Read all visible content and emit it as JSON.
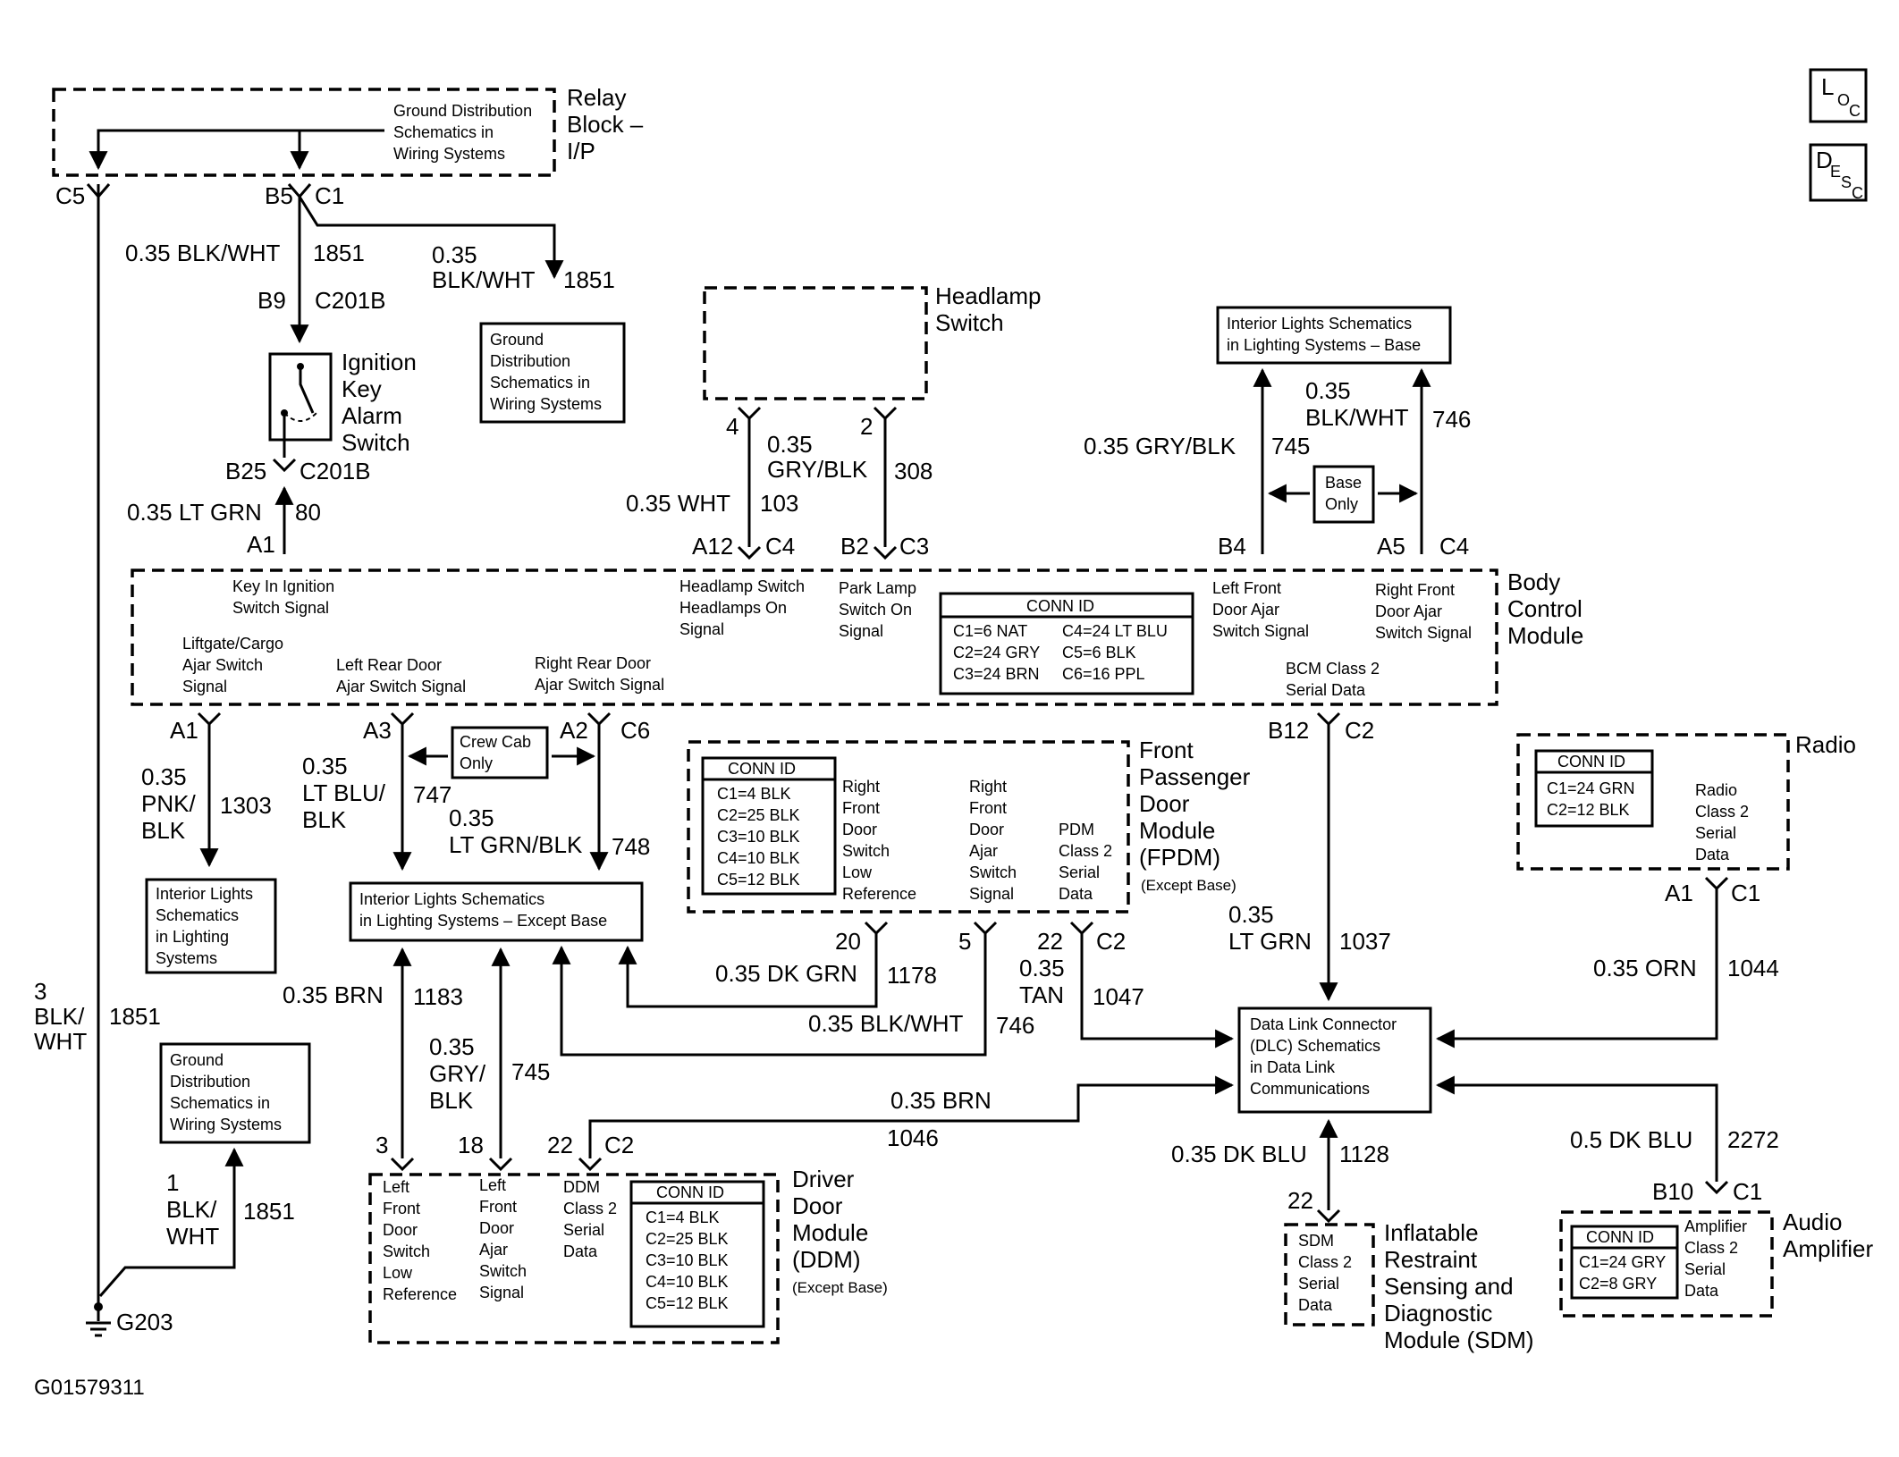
{
  "diagram_id": "G01579311",
  "icons": {
    "loc": {
      "big": "L",
      "sub": "O",
      "sub2": "C"
    },
    "desc": {
      "big": "D",
      "sub": "E",
      "sub2": "S",
      "sub3": "C"
    }
  },
  "relay_block": {
    "name_lines": [
      "Relay",
      "Block –",
      "I/P"
    ],
    "note_lines": [
      "Ground Distribution",
      "Schematics in",
      "Wiring Systems"
    ]
  },
  "bcm": {
    "name_lines": [
      "Body",
      "Control",
      "Module"
    ],
    "signals": {
      "key_in": [
        "Key In Ignition",
        "Switch Signal"
      ],
      "liftgate": [
        "Liftgate/Cargo",
        "Ajar Switch",
        "Signal"
      ],
      "left_rear": [
        "Left Rear Door",
        "Ajar Switch Signal"
      ],
      "right_rear": [
        "Right Rear Door",
        "Ajar Switch Signal"
      ],
      "headlamp": [
        "Headlamp Switch",
        "Headlamps On",
        "Signal"
      ],
      "park": [
        "Park Lamp",
        "Switch On",
        "Signal"
      ],
      "left_front": [
        "Left Front",
        "Door Ajar",
        "Switch Signal"
      ],
      "right_front": [
        "Right Front",
        "Door Ajar",
        "Switch Signal"
      ],
      "class2": [
        "BCM Class 2",
        "Serial Data"
      ]
    },
    "conn_id": {
      "title": "CONN ID",
      "left": [
        "C1=6 NAT",
        "C2=24 GRY",
        "C3=24 BRN"
      ],
      "right": [
        "C4=24 LT BLU",
        "C5=6 BLK",
        "C6=16 PPL"
      ]
    }
  },
  "headlamp_switch": {
    "name_lines": [
      "Headlamp",
      "Switch"
    ]
  },
  "ignition_switch": {
    "name_lines": [
      "Ignition",
      "Key",
      "Alarm",
      "Switch"
    ]
  },
  "ground_box_top": [
    "Ground",
    "Distribution",
    "Schematics in",
    "Wiring Systems"
  ],
  "ground_box_left": [
    "Ground",
    "Distribution",
    "Schematics in",
    "Wiring Systems"
  ],
  "int_lights_base": [
    "Interior Lights Schematics",
    "in Lighting Systems – Base"
  ],
  "int_lights_left": [
    "Interior Lights",
    "Schematics",
    "in Lighting",
    "Systems"
  ],
  "int_lights_except": [
    "Interior Lights Schematics",
    "in Lighting Systems – Except Base"
  ],
  "base_only": [
    "Base",
    "Only"
  ],
  "crew_cab": [
    "Crew Cab",
    "Only"
  ],
  "fpdm": {
    "name_lines": [
      "Front",
      "Passenger",
      "Door",
      "Module",
      "(FPDM)"
    ],
    "note": "(Except Base)",
    "conn_id": {
      "title": "CONN ID",
      "lines": [
        "C1=4 BLK",
        "C2=25 BLK",
        "C3=10 BLK",
        "C4=10 BLK",
        "C5=12 BLK"
      ]
    },
    "sig1": [
      "Right",
      "Front",
      "Door",
      "Switch",
      "Low",
      "Reference"
    ],
    "sig2": [
      "Right",
      "Front",
      "Door",
      "Ajar",
      "Switch",
      "Signal"
    ],
    "sig3": [
      "PDM",
      "Class 2",
      "Serial",
      "Data"
    ]
  },
  "radio": {
    "name": "Radio",
    "conn_id": {
      "title": "CONN ID",
      "lines": [
        "C1=24 GRN",
        "C2=12 BLK"
      ]
    },
    "sig": [
      "Radio",
      "Class 2",
      "Serial",
      "Data"
    ]
  },
  "dlc": [
    "Data Link Connector",
    "(DLC) Schematics",
    "in Data Link",
    "Communications"
  ],
  "ddm": {
    "name_lines": [
      "Driver",
      "Door",
      "Module",
      "(DDM)"
    ],
    "note": "(Except Base)",
    "conn_id": {
      "title": "CONN ID",
      "lines": [
        "C1=4 BLK",
        "C2=25 BLK",
        "C3=10 BLK",
        "C4=10 BLK",
        "C5=12 BLK"
      ]
    },
    "sig1": [
      "Left",
      "Front",
      "Door",
      "Switch",
      "Low",
      "Reference"
    ],
    "sig2": [
      "Left",
      "Front",
      "Door",
      "Ajar",
      "Switch",
      "Signal"
    ],
    "sig3": [
      "DDM",
      "Class 2",
      "Serial",
      "Data"
    ]
  },
  "sdm": {
    "name_lines": [
      "Inflatable",
      "Restraint",
      "Sensing and",
      "Diagnostic",
      "Module (SDM)"
    ],
    "sig": [
      "SDM",
      "Class 2",
      "Serial",
      "Data"
    ]
  },
  "amp": {
    "name_lines": [
      "Audio",
      "Amplifier"
    ],
    "conn_id": {
      "title": "CONN ID",
      "lines": [
        "C1=24 GRY",
        "C2=8 GRY"
      ]
    },
    "sig": [
      "Amplifier",
      "Class 2",
      "Serial",
      "Data"
    ]
  },
  "ground": {
    "label": "G203"
  },
  "terminals": {
    "c5_top": "C5",
    "b5": "B5",
    "c1_top": "C1",
    "b9": "B9",
    "c201b_top": "C201B",
    "b25": "B25",
    "c201b_bot": "C201B",
    "a1_bcm": "A1",
    "pin4": "4",
    "pin2": "2",
    "a12": "A12",
    "c4_a": "C4",
    "b2": "B2",
    "c3": "C3",
    "b4": "B4",
    "a5": "A5",
    "c4_b": "C4",
    "a1_low": "A1",
    "a3": "A3",
    "a2": "A2",
    "c6": "C6",
    "b12": "B12",
    "c2_b12": "C2",
    "pin20": "20",
    "pin5": "5",
    "pin22_fp": "22",
    "c2_fp": "C2",
    "a1_radio": "A1",
    "c1_radio": "C1",
    "pin3": "3",
    "pin18": "18",
    "pin22_dd": "22",
    "c2_dd": "C2",
    "pin22_sdm": "22",
    "b10": "B10",
    "c1_amp": "C1"
  },
  "wires": {
    "w1851_a": {
      "gauge": "0.35 BLK/WHT",
      "circuit": "1851"
    },
    "w1851_b": {
      "gauge_lines": [
        "0.35",
        "BLK/WHT"
      ],
      "circuit": "1851"
    },
    "w80": {
      "gauge": "0.35 LT GRN",
      "circuit": "80"
    },
    "w103": {
      "gauge": "0.35 WHT",
      "circuit": "103"
    },
    "w308": {
      "gauge_lines": [
        "0.35",
        "GRY/BLK"
      ],
      "circuit": "308"
    },
    "w745_top": {
      "gauge": "0.35 GRY/BLK",
      "circuit": "745"
    },
    "w746_top": {
      "gauge_lines": [
        "0.35",
        "BLK/WHT"
      ],
      "circuit": "746"
    },
    "w1303": {
      "gauge_lines": [
        "0.35",
        "PNK/",
        "BLK"
      ],
      "circuit": "1303"
    },
    "w747": {
      "gauge_lines": [
        "0.35",
        "LT BLU/",
        "BLK"
      ],
      "circuit": "747"
    },
    "w748": {
      "gauge_lines": [
        "0.35",
        "LT GRN/BLK"
      ],
      "circuit": "748"
    },
    "w1851_c": {
      "gauge_lines": [
        "3",
        "BLK/",
        "WHT"
      ],
      "circuit": "1851"
    },
    "w1183": {
      "gauge": "0.35 BRN",
      "circuit": "1183"
    },
    "w745_bot": {
      "gauge_lines": [
        "0.35",
        "GRY/",
        "BLK"
      ],
      "circuit": "745"
    },
    "w1178": {
      "gauge": "0.35 DK GRN",
      "circuit": "1178"
    },
    "w746_bot": {
      "gauge": "0.35 BLK/WHT",
      "circuit": "746"
    },
    "w1047": {
      "gauge_lines": [
        "0.35",
        "TAN"
      ],
      "circuit": "1047"
    },
    "w1037": {
      "gauge_lines": [
        "0.35",
        "LT GRN"
      ],
      "circuit": "1037"
    },
    "w1044": {
      "gauge": "0.35 ORN",
      "circuit": "1044"
    },
    "w1046": {
      "gauge": "0.35 BRN",
      "circuit": "1046"
    },
    "w1128": {
      "gauge": "0.35 DK BLU",
      "circuit": "1128"
    },
    "w2272": {
      "gauge": "0.5 DK BLU",
      "circuit": "2272"
    },
    "w1851_d": {
      "gauge_lines": [
        "1",
        "BLK/",
        "WHT"
      ],
      "circuit": "1851"
    }
  }
}
